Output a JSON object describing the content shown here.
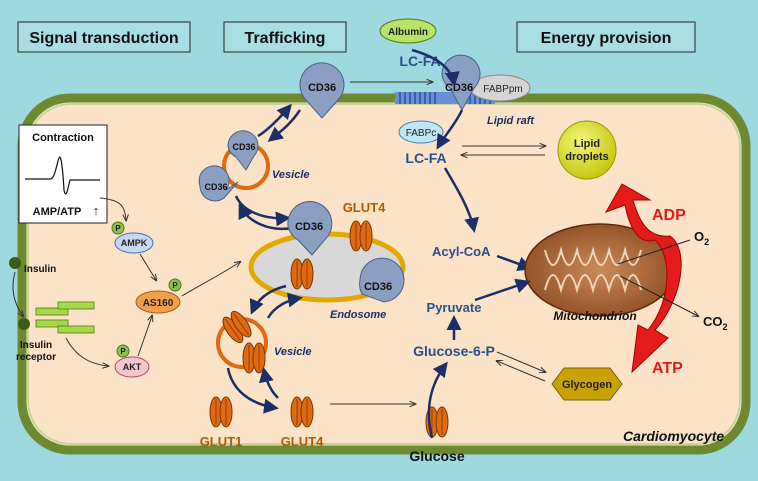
{
  "headers": {
    "signal": "Signal transduction",
    "trafficking": "Trafficking",
    "energy": "Energy provision"
  },
  "labels": {
    "albumin": "Albumin",
    "lcfa_top": "LC-FA",
    "lcfa_mid": "LC-FA",
    "fabppm": "FABPpm",
    "fabpc": "FABPc",
    "lipid_raft": "Lipid raft",
    "lipid_droplets_1": "Lipid",
    "lipid_droplets_2": "droplets",
    "acyl_coa": "Acyl-CoA",
    "pyruvate": "Pyruvate",
    "glucose6p": "Glucose-6-P",
    "glucose": "Glucose",
    "glycogen": "Glycogen",
    "mitochondrion": "Mitochondrion",
    "adp": "ADP",
    "atp": "ATP",
    "o2": "O",
    "co2": "CO",
    "sub2": "2",
    "cardiomyocyte": "Cardiomyocyte",
    "contraction": "Contraction",
    "amp_atp": "AMP/ATP",
    "up_arrow": "↑",
    "ampk": "AMPK",
    "akt": "AKT",
    "as160": "AS160",
    "p": "P",
    "insulin": "Insulin",
    "insulin_receptor_1": "Insulin",
    "insulin_receptor_2": "receptor",
    "vesicle_top": "Vesicle",
    "vesicle_bottom": "Vesicle",
    "endosome": "Endosome",
    "glut4_endosome": "GLUT4",
    "glut1": "GLUT1",
    "glut4_membrane": "GLUT4",
    "cd36": "CD36"
  },
  "colors": {
    "background": "#9ed9e0",
    "cell_fill": "#fce3c7",
    "cell_border": "#6d8a30",
    "dark_arrow": "#1c2f66",
    "glut": "#e06a10",
    "cd36": "#8a9fc2",
    "mito": "#a0522d",
    "red": "#e31b1b"
  }
}
